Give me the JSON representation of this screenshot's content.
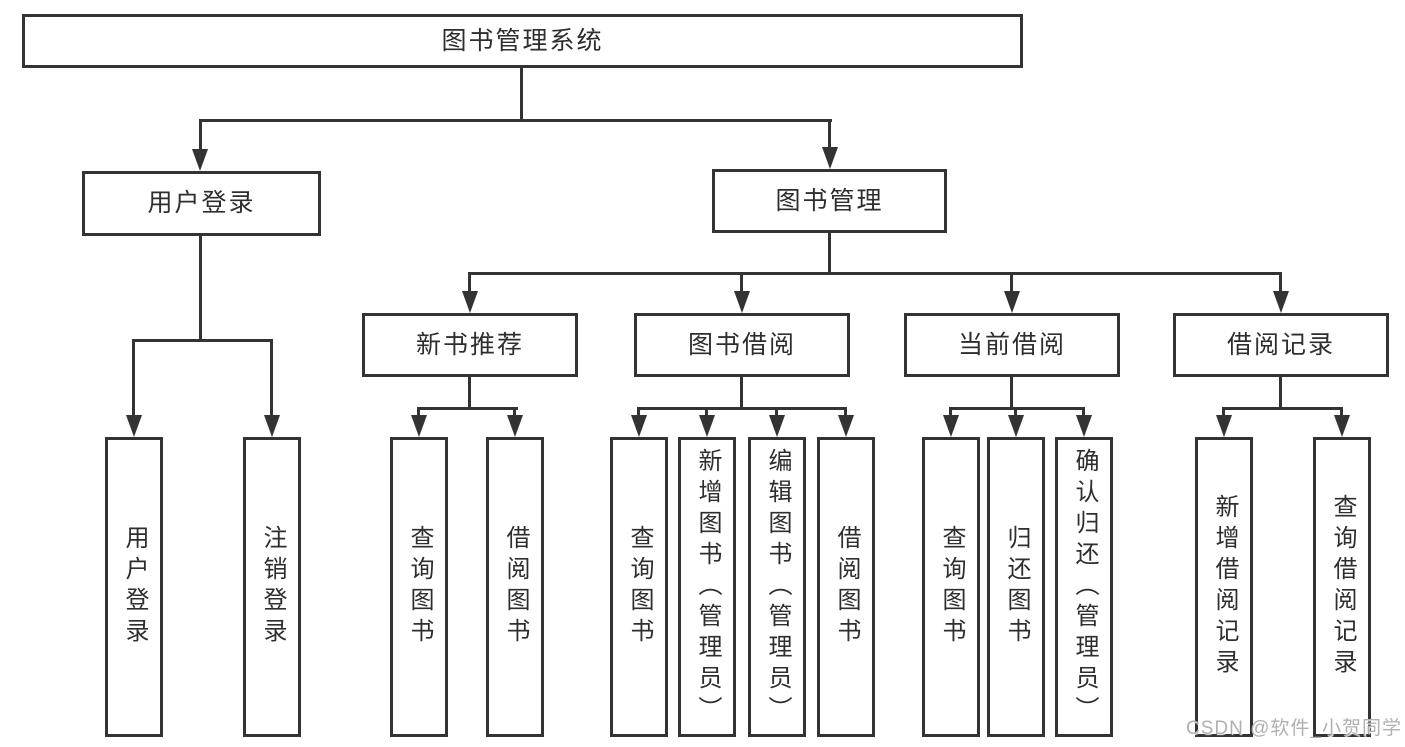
{
  "root": {
    "label": "图书管理系统"
  },
  "level2": [
    {
      "label": "用户登录"
    },
    {
      "label": "图书管理"
    }
  ],
  "level3": [
    {
      "label": "新书推荐"
    },
    {
      "label": "图书借阅"
    },
    {
      "label": "当前借阅"
    },
    {
      "label": "借阅记录"
    }
  ],
  "leaves": [
    {
      "label": "用户登录"
    },
    {
      "label": "注销登录"
    },
    {
      "label": "查询图书"
    },
    {
      "label": "借阅图书"
    },
    {
      "label": "查询图书"
    },
    {
      "label": "新增图书（管理员）"
    },
    {
      "label": "编辑图书（管理员）"
    },
    {
      "label": "借阅图书"
    },
    {
      "label": "查询图书"
    },
    {
      "label": "归还图书"
    },
    {
      "label": "确认归还（管理员）"
    },
    {
      "label": "新增借阅记录"
    },
    {
      "label": "查询借阅记录"
    }
  ],
  "watermark": "CSDN @软件_小贺同学",
  "colors": {
    "line": "#333333",
    "border": "#333333",
    "fill": "#ffffff",
    "text": "#2e2e2e",
    "watermark": "#b0b0b0"
  }
}
